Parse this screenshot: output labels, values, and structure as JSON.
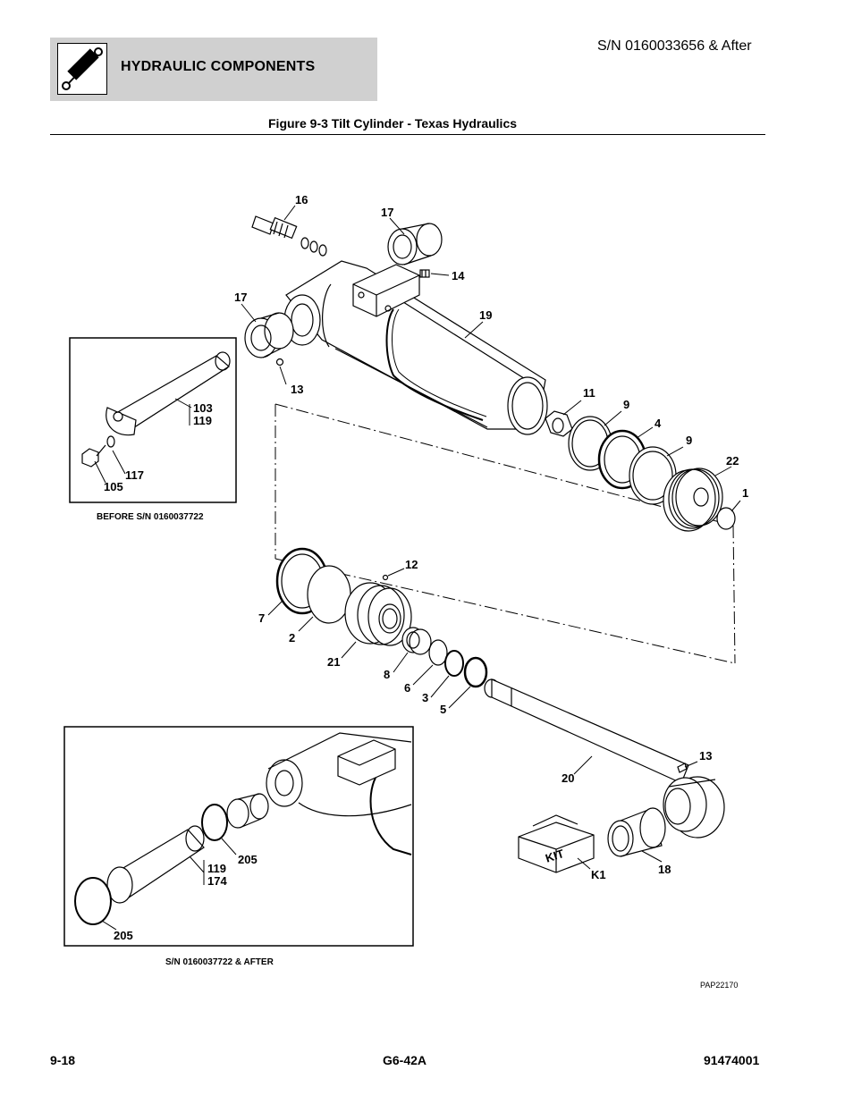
{
  "header": {
    "section_title": "HYDRAULIC COMPONENTS",
    "serial": "S/N 0160033656 & After",
    "figure_title": "Figure 9-3 Tilt Cylinder - Texas Hydraulics"
  },
  "diagram": {
    "callouts": {
      "c16": "16",
      "c17a": "17",
      "c14": "14",
      "c17b": "17",
      "c19": "19",
      "c13a": "13",
      "c11": "11",
      "c9a": "9",
      "c4": "4",
      "c9b": "9",
      "c22": "22",
      "c1": "1",
      "c12": "12",
      "c7": "7",
      "c2": "2",
      "c21": "21",
      "c8": "8",
      "c6": "6",
      "c3": "3",
      "c5": "5",
      "c13b": "13",
      "c20": "20",
      "c18": "18",
      "c_k1": "K1"
    },
    "kit_label": "KIT",
    "inset_before": {
      "caption": "BEFORE S/N 0160037722",
      "callouts": {
        "c103": "103",
        "c119": "119",
        "c117": "117",
        "c105": "105"
      }
    },
    "inset_after": {
      "caption": "S/N 0160037722 & AFTER",
      "callouts": {
        "c119": "119",
        "c174": "174",
        "c205a": "205",
        "c205b": "205"
      }
    },
    "drawing_id": "PAP22170"
  },
  "footer": {
    "page": "9-18",
    "model": "G6-42A",
    "doc_number": "91474001"
  }
}
